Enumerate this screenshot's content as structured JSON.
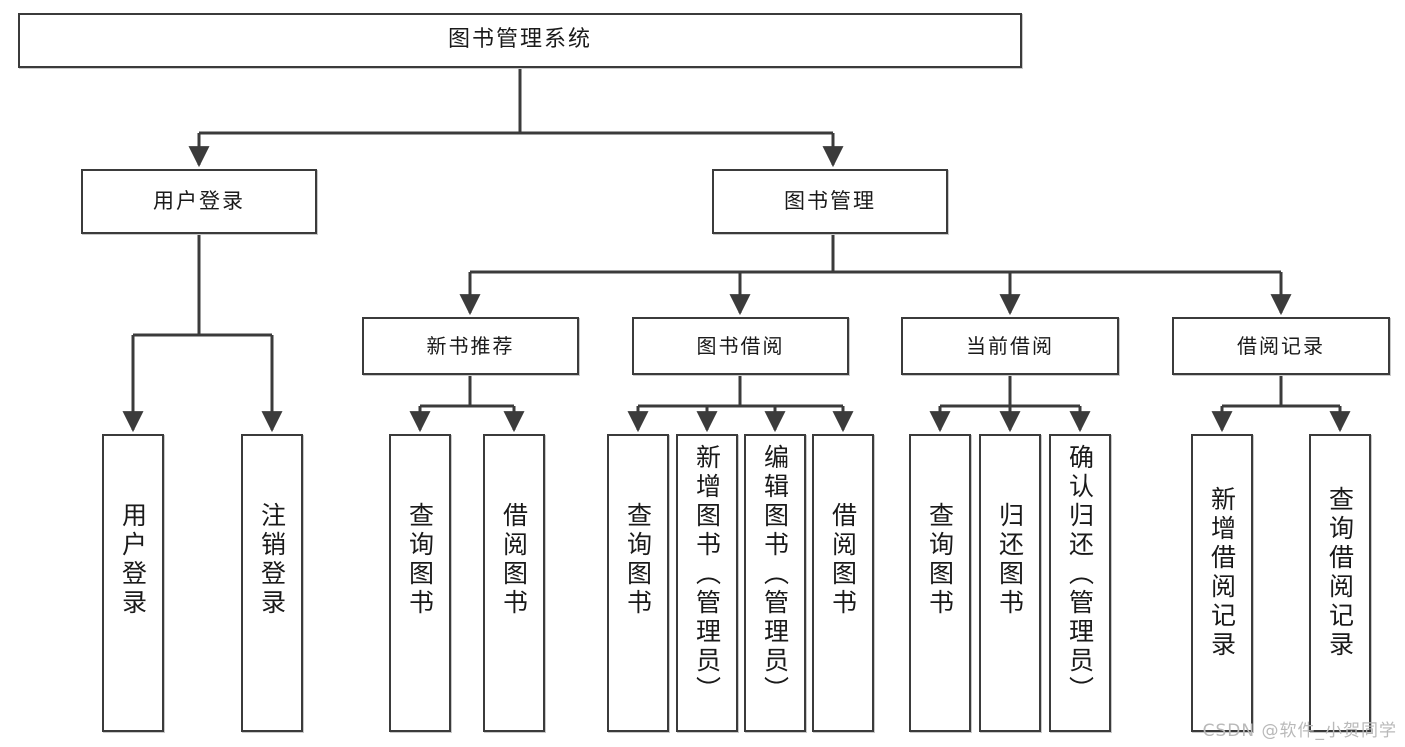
{
  "diagram": {
    "title": "图书管理系统",
    "type": "tree-hierarchy",
    "watermark": "CSDN @软件_小贺同学",
    "root": {
      "label": "图书管理系统"
    },
    "level2": [
      {
        "label": "用户登录"
      },
      {
        "label": "图书管理"
      }
    ],
    "level3": [
      {
        "label": "新书推荐"
      },
      {
        "label": "图书借阅"
      },
      {
        "label": "当前借阅"
      },
      {
        "label": "借阅记录"
      }
    ],
    "leaves": {
      "user_login": [
        {
          "label": "用户登录"
        },
        {
          "label": "注销登录"
        }
      ],
      "new_recommend": [
        {
          "label": "查询图书"
        },
        {
          "label": "借阅图书"
        }
      ],
      "book_borrow": [
        {
          "label": "查询图书"
        },
        {
          "label": "新增图书（管理员）"
        },
        {
          "label": "编辑图书（管理员）"
        },
        {
          "label": "借阅图书"
        }
      ],
      "current_borrow": [
        {
          "label": "查询图书"
        },
        {
          "label": "归还图书"
        },
        {
          "label": "确认归还（管理员）"
        }
      ],
      "borrow_history": [
        {
          "label": "新增借阅记录"
        },
        {
          "label": "查询借阅记录"
        }
      ]
    },
    "colors": {
      "box_border": "#3b3b3b",
      "box_fill": "#ffffff",
      "connector": "#3b3b3b",
      "text": "#1a1a1a",
      "watermark": "#b9b9b9"
    }
  }
}
